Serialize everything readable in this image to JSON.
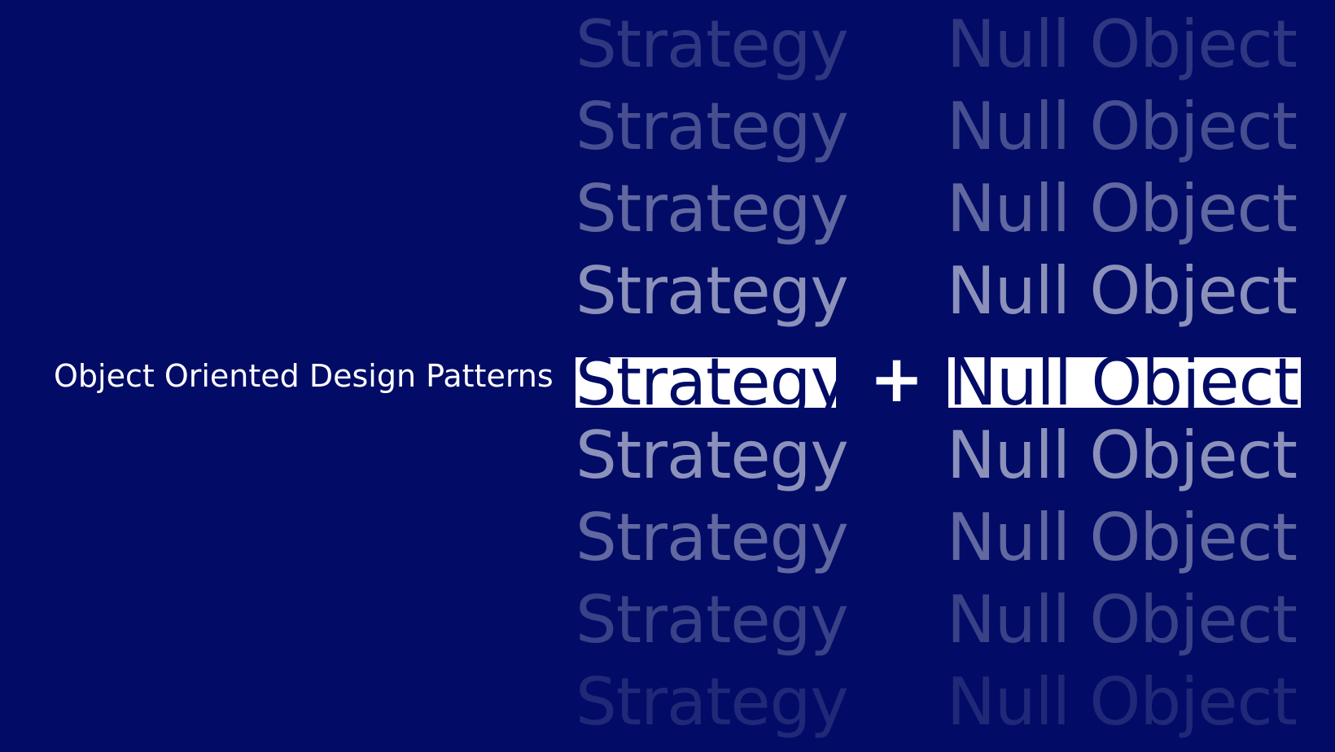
{
  "subtitle": "Object Oriented Design Patterns",
  "pattern_left": "Strategy",
  "pattern_right": "Null Object",
  "operator": "+",
  "colors": {
    "background": "#020c66",
    "highlight": "#ffffff",
    "text_dark": "#020c66"
  },
  "rows": [
    {
      "left": "Strategy",
      "right": "Null Object",
      "opacity": 0.18
    },
    {
      "left": "Strategy",
      "right": "Null Object",
      "opacity": 0.28
    },
    {
      "left": "Strategy",
      "right": "Null Object",
      "opacity": 0.38
    },
    {
      "left": "Strategy",
      "right": "Null Object",
      "opacity": 0.55
    },
    {
      "left": "Strategy",
      "right": "Null Object",
      "opacity": 1.0
    },
    {
      "left": "Strategy",
      "right": "Null Object",
      "opacity": 0.55
    },
    {
      "left": "Strategy",
      "right": "Null Object",
      "opacity": 0.38
    },
    {
      "left": "Strategy",
      "right": "Null Object",
      "opacity": 0.22
    },
    {
      "left": "Strategy",
      "right": "Null Object",
      "opacity": 0.12
    }
  ]
}
